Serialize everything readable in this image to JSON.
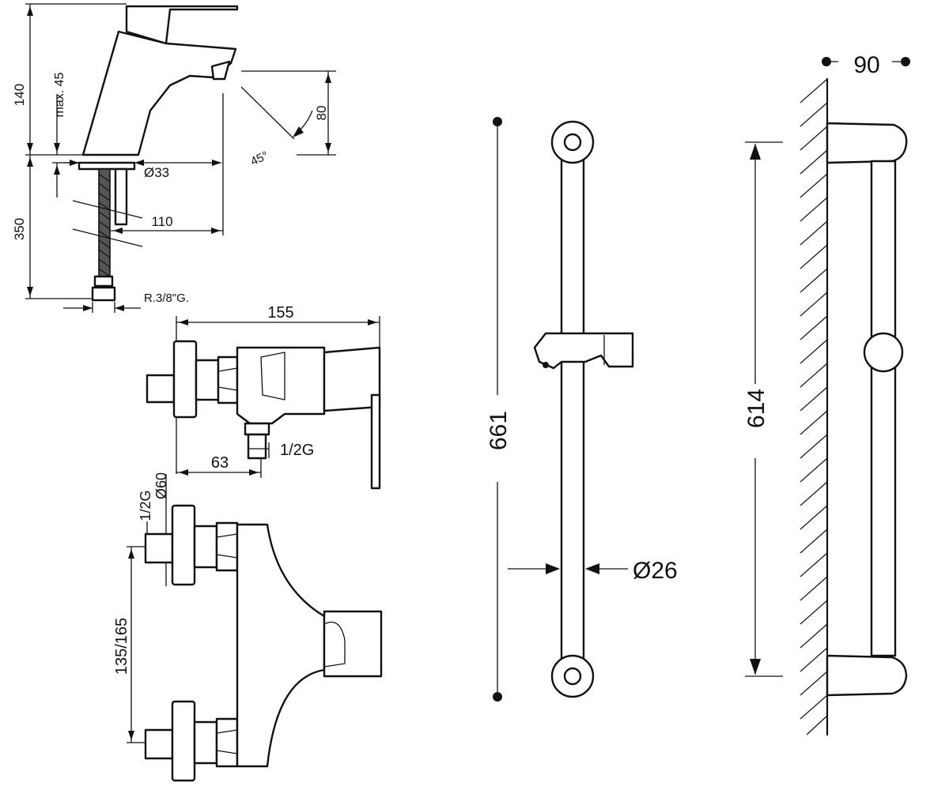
{
  "faucet": {
    "dim_height_total": "140",
    "dim_height_max": "max. 45",
    "dim_spout_drop": "80",
    "dim_angle": "45°",
    "dim_base_dia": "Ø33",
    "dim_hose_length": "350",
    "dim_reach": "110",
    "dim_thread": "R.3/8\"G."
  },
  "mixer": {
    "dim_width": "155",
    "dim_outlet_offset": "63",
    "dim_outlet_thread": "1/2G",
    "dim_inlet_thread": "1/2G",
    "dim_flange_dia": "Ø60",
    "dim_centers": "135/165"
  },
  "rail_front": {
    "dim_length": "661",
    "dim_pipe_dia": "Ø26"
  },
  "rail_side": {
    "dim_projection": "90",
    "dim_center_length": "614"
  }
}
